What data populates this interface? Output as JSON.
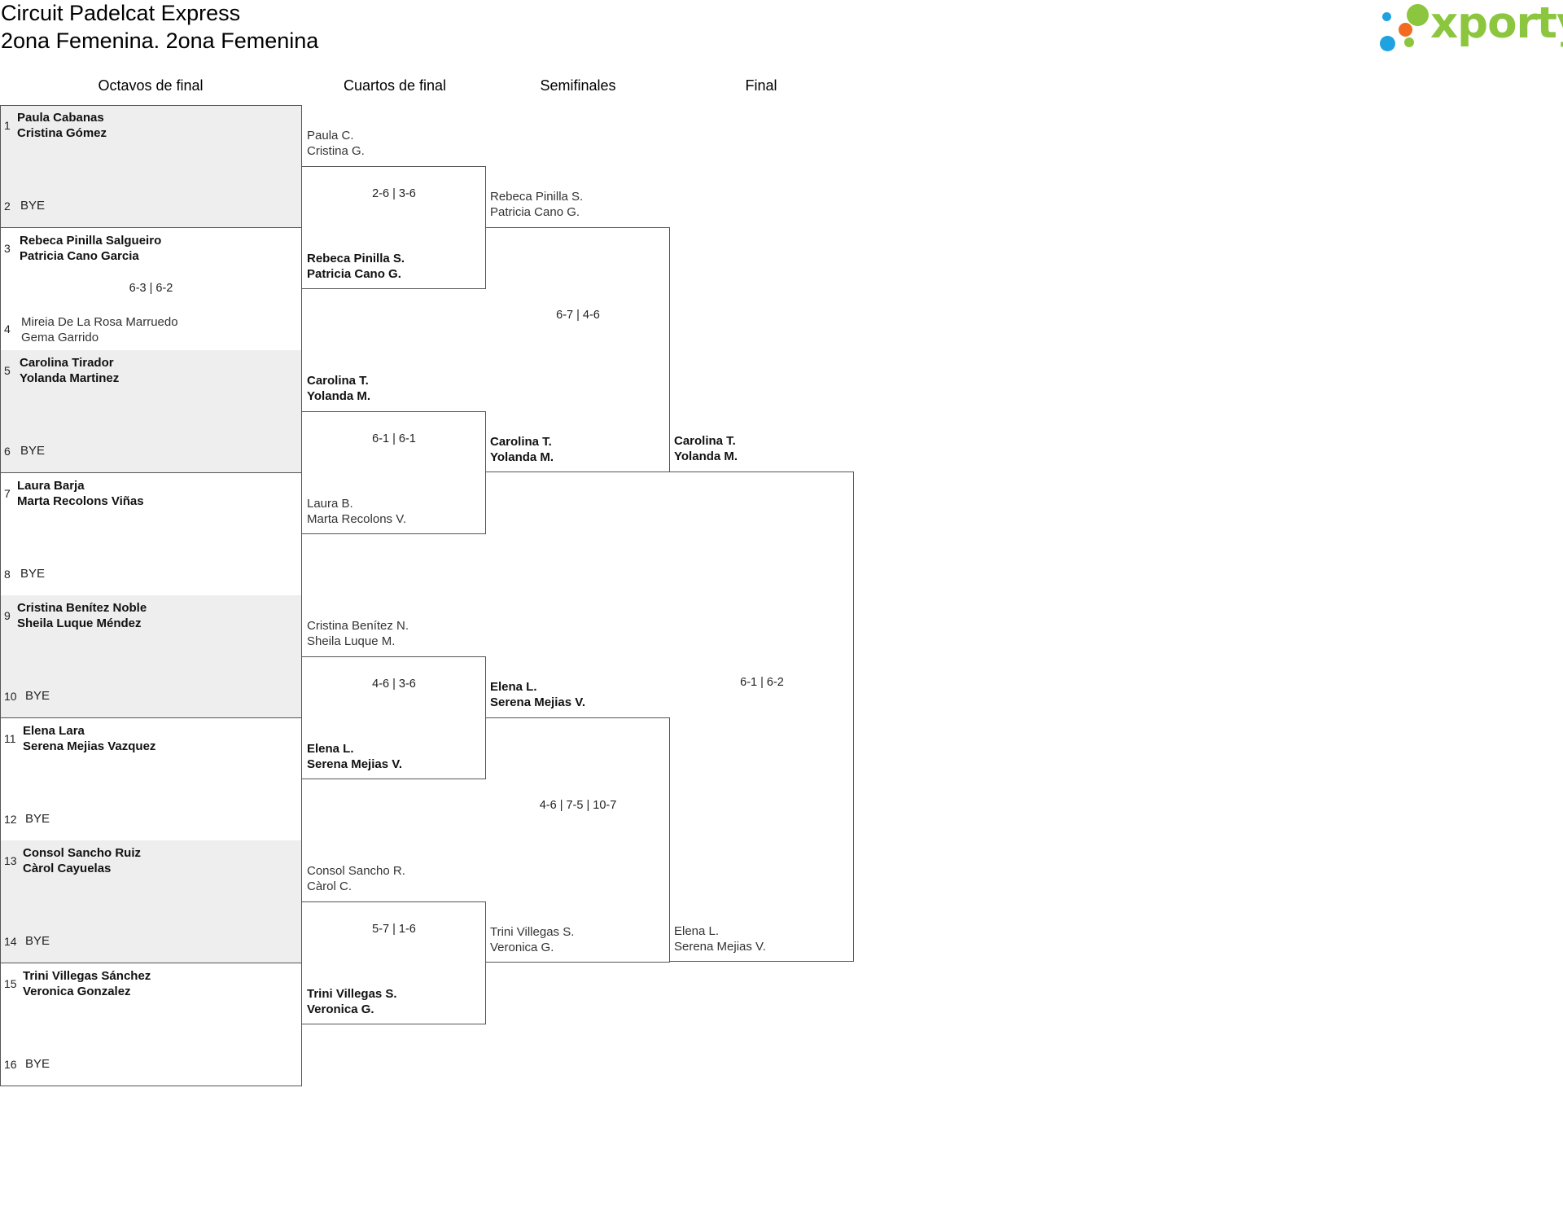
{
  "header": {
    "title": "Circuit Padelcat Express",
    "subtitle": "2ona Femenina. 2ona Femenina",
    "logo_text": "xporty"
  },
  "columns": [
    "Octavos de final",
    "Cuartos de final",
    "Semifinales",
    "Final"
  ],
  "round_of_16": [
    {
      "seed_a": "1",
      "team_a": [
        "Paula Cabanas",
        "Cristina Gómez"
      ],
      "seed_b": "2",
      "team_b": "BYE",
      "score": ""
    },
    {
      "seed_a": "3",
      "team_a": [
        "Rebeca Pinilla Salgueiro",
        "Patricia Cano Garcia"
      ],
      "seed_b": "4",
      "team_b": [
        "Mireia De La Rosa Marruedo",
        "Gema Garrido"
      ],
      "score": "6-3 | 6-2"
    },
    {
      "seed_a": "5",
      "team_a": [
        "Carolina Tirador",
        "Yolanda Martinez"
      ],
      "seed_b": "6",
      "team_b": "BYE",
      "score": ""
    },
    {
      "seed_a": "7",
      "team_a": [
        "Laura Barja",
        "Marta Recolons Viñas"
      ],
      "seed_b": "8",
      "team_b": "BYE",
      "score": ""
    },
    {
      "seed_a": "9",
      "team_a": [
        "Cristina Benítez Noble",
        "Sheila Luque Méndez"
      ],
      "seed_b": "10",
      "team_b": "BYE",
      "score": ""
    },
    {
      "seed_a": "11",
      "team_a": [
        "Elena Lara",
        "Serena Mejias Vazquez"
      ],
      "seed_b": "12",
      "team_b": "BYE",
      "score": ""
    },
    {
      "seed_a": "13",
      "team_a": [
        "Consol Sancho Ruiz",
        "Càrol Cayuelas"
      ],
      "seed_b": "14",
      "team_b": "BYE",
      "score": ""
    },
    {
      "seed_a": "15",
      "team_a": [
        "Trini Villegas Sánchez",
        "Veronica Gonzalez"
      ],
      "seed_b": "16",
      "team_b": "BYE",
      "score": ""
    }
  ],
  "quarterfinals": [
    {
      "top": [
        "Paula C.",
        "Cristina G."
      ],
      "bottom": [
        "Rebeca Pinilla S.",
        "Patricia Cano G."
      ],
      "winner": "bottom",
      "score": "2-6 | 3-6"
    },
    {
      "top": [
        "Carolina T.",
        "Yolanda M."
      ],
      "bottom": [
        "Laura B.",
        "Marta Recolons V."
      ],
      "winner": "top",
      "score": "6-1 | 6-1"
    },
    {
      "top": [
        "Cristina Benítez N.",
        "Sheila Luque M."
      ],
      "bottom": [
        "Elena L.",
        "Serena Mejias V."
      ],
      "winner": "bottom",
      "score": "4-6 | 3-6"
    },
    {
      "top": [
        "Consol Sancho R.",
        "Càrol C."
      ],
      "bottom": [
        "Trini Villegas S.",
        "Veronica G."
      ],
      "winner": "bottom",
      "score": "5-7 | 1-6"
    }
  ],
  "semifinals": [
    {
      "top": [
        "Rebeca Pinilla S.",
        "Patricia Cano G."
      ],
      "bottom": [
        "Carolina T.",
        "Yolanda M."
      ],
      "winner": "bottom",
      "score": "6-7 | 4-6"
    },
    {
      "top": [
        "Elena L.",
        "Serena Mejias V."
      ],
      "bottom": [
        "Trini Villegas S.",
        "Veronica G."
      ],
      "winner": "top",
      "score": "4-6 | 7-5 | 10-7"
    }
  ],
  "final": {
    "top": [
      "Carolina T.",
      "Yolanda M."
    ],
    "bottom": [
      "Elena L.",
      "Serena Mejias V."
    ],
    "winner": "top",
    "score": "6-1 | 6-2"
  },
  "colors": {
    "logo_green": "#8cc63f",
    "dot_blue": "#1fa3e0",
    "dot_orange": "#f26b21",
    "shade": "#eeeeee",
    "border": "#555555"
  }
}
